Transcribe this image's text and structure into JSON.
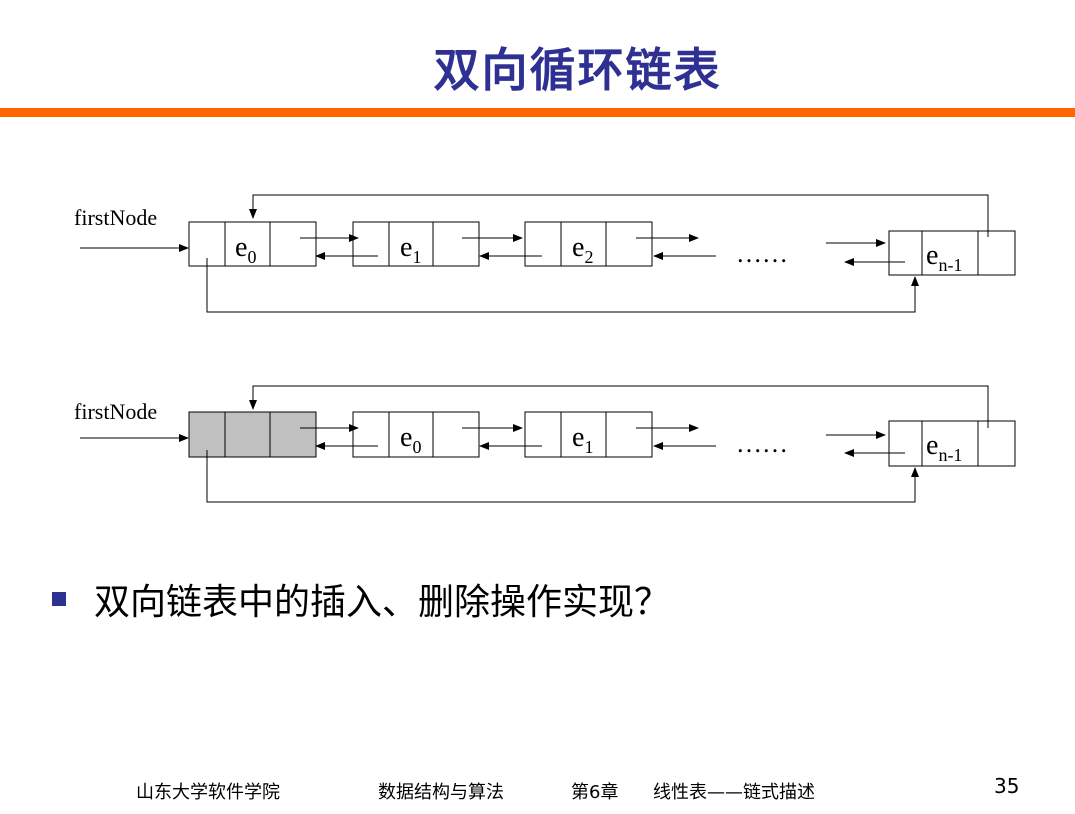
{
  "title": "双向循环链表",
  "colors": {
    "title": "#2e3192",
    "rule": "#ff6600",
    "header_node_fill": "#c0c0c0",
    "bullet": "#2e3192"
  },
  "diagrams": [
    {
      "pointer_label": "firstNode",
      "nodes": [
        {
          "label": "e",
          "sub": "0"
        },
        {
          "label": "e",
          "sub": "1"
        },
        {
          "label": "e",
          "sub": "2"
        }
      ],
      "ellipsis": "……",
      "last": {
        "label": "e",
        "sub": "n-1"
      }
    },
    {
      "pointer_label": "firstNode",
      "header_node": "shaded-empty-node",
      "nodes": [
        {
          "label": "e",
          "sub": "0"
        },
        {
          "label": "e",
          "sub": "1"
        }
      ],
      "ellipsis": "……",
      "last": {
        "label": "e",
        "sub": "n-1"
      }
    }
  ],
  "bullet": "双向链表中的插入、删除操作实现？",
  "footer": {
    "school": "山东大学软件学院",
    "course": "数据结构与算法",
    "chapter": "第6章",
    "topic": "线性表——链式描述",
    "page": "35"
  }
}
